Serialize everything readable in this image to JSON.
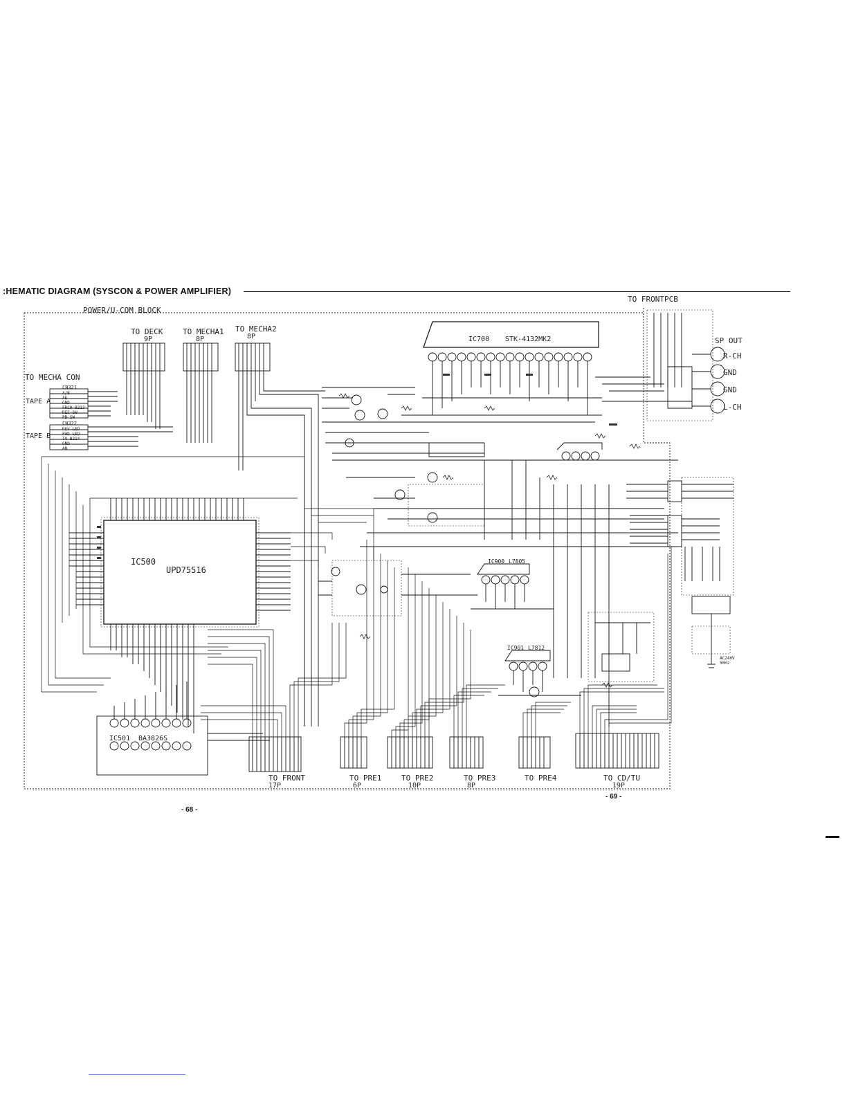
{
  "title": ":HEMATIC  DIAGRAM (SYSCON  &  POWER  AMPLIFIER)",
  "block_label": "POWER/U-COM  BLOCK",
  "to_frontpcb": "TO FRONTPCB",
  "to_mecha_con": "TO MECHA CON",
  "tape_a": "TAPE A",
  "tape_b": "TAPE B",
  "connectors_top": [
    {
      "label": "TO DECK",
      "pins": "9P"
    },
    {
      "label": "TO MECHA1",
      "pins": "8P"
    },
    {
      "label": "TO MECHA2",
      "pins": "8P"
    }
  ],
  "ic_main": {
    "ref": "IC500",
    "part": "UPD75516"
  },
  "ic_power": {
    "ref": "IC700",
    "part": "STK-4132MK2"
  },
  "ic_display": {
    "ref": "IC501",
    "part": "BA3826S"
  },
  "ic_reg1": {
    "ref": "IC900",
    "part": "L7805"
  },
  "ic_reg2": {
    "ref": "IC901",
    "part": "L7812"
  },
  "cn_tape_a": "CN321",
  "cn_tape_b": "CN322",
  "tape_a_pins": [
    "A/B",
    "AE",
    "GND",
    "FRCH B213",
    "REC SW",
    "PB SW"
  ],
  "tape_b_pins": [
    "REV LED",
    "FWD LED",
    "TO B214",
    "GND",
    "AN"
  ],
  "sp_out": {
    "label": "SP OUT",
    "terminals": [
      "R-CH",
      "GND",
      "GND",
      "L-CH"
    ]
  },
  "ac_input": "AC240V 50Hz",
  "bottom_connectors": [
    {
      "label": "TO FRONT",
      "pins": "17P"
    },
    {
      "label": "TO PRE1",
      "pins": "6P"
    },
    {
      "label": "TO PRE2",
      "pins": "10P"
    },
    {
      "label": "TO PRE3",
      "pins": "8P"
    },
    {
      "label": "TO PRE4",
      "pins": ""
    },
    {
      "label": "TO CD/TU",
      "pins": "19P"
    }
  ],
  "page_left": "- 68 -",
  "page_right": "- 69 -"
}
